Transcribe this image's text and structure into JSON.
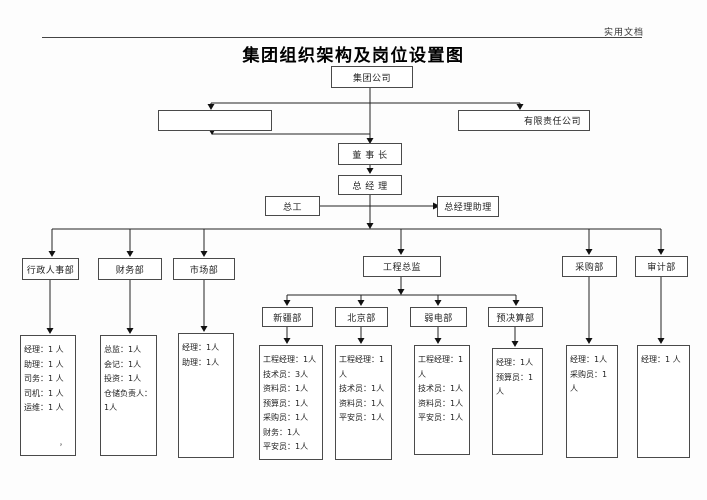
{
  "watermark": "实用文档",
  "title": "集团组织架构及岗位设置图",
  "nodes": {
    "company": "集团公司",
    "left_subsidiary": "",
    "right_subsidiary": "有限责任公司",
    "chairman": "董 事 长",
    "general_manager": "总 经 理",
    "chief_engineer": "总工",
    "gm_assistant": "总经理助理",
    "admin_hr": "行政人事部",
    "finance": "财务部",
    "market": "市场部",
    "eng_director": "工程总监",
    "purchasing": "采购部",
    "audit": "审计部",
    "xinjiang": "新疆部",
    "beijing": "北京部",
    "weak_current": "弱电部",
    "budget": "预决算部"
  },
  "staff": {
    "admin_hr": [
      "经理：1 人",
      "助理：1 人",
      "司务：1 人",
      "司机：1 人",
      "运维：1 人"
    ],
    "admin_hr_mark": "，",
    "finance": [
      "总监：1人",
      "会记：1人",
      "投资：1人",
      "仓储负责人：1人"
    ],
    "market": [
      "经理：1人",
      "助理：1人"
    ],
    "xinjiang": [
      "工程经理：1人",
      "技术员：3人",
      "资料员：1人",
      "预算员：1人",
      "采购员：1人",
      "财务：1人",
      "平安员：1人"
    ],
    "beijing": [
      "工程经理：1人",
      "技术员：1人",
      "资料员：1人",
      "平安员：1人"
    ],
    "weak_current": [
      "工程经理：1人",
      "技术员：1人",
      "资料员：1人",
      "平安员：1人"
    ],
    "budget": [
      "经理：1人",
      "预算员：1 人"
    ],
    "purchasing": [
      "经理：1人",
      "采购员：1 人"
    ],
    "audit": [
      "经理：1 人"
    ]
  },
  "colors": {
    "line": "#222222",
    "border": "#4a4a4a",
    "background": "#fdfdfd"
  }
}
